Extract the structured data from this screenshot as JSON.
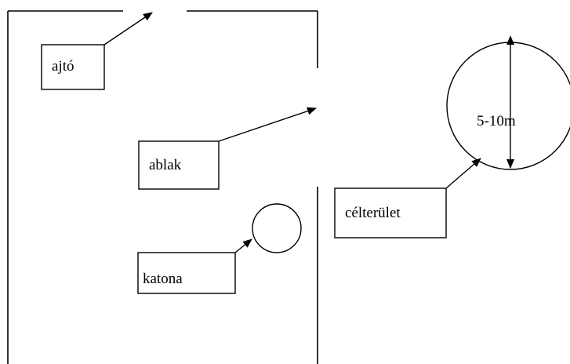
{
  "labels": {
    "door": "ajtó",
    "window": "ablak",
    "target_area": "célterület",
    "soldier": "katona",
    "distance": "5-10m"
  },
  "colors": {
    "ink": "#000000",
    "background": "#ffffff"
  }
}
